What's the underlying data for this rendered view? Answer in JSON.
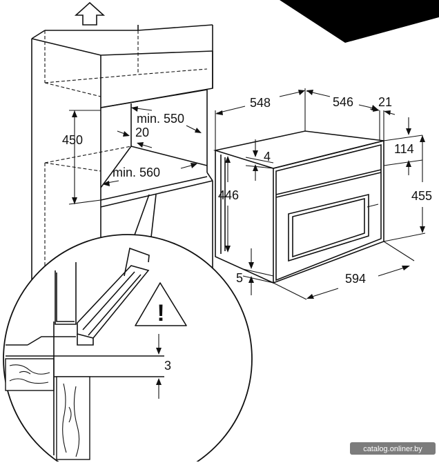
{
  "dimensions": {
    "cabinet_height": "450",
    "cabinet_depth_min": "min. 550",
    "cabinet_gap": "20",
    "cabinet_width_min": "min. 560",
    "oven_depth": "548",
    "oven_body_depth": "546",
    "front_depth": "21",
    "panel_offset": "114",
    "oven_height": "455",
    "body_height": "446",
    "top_offset": "4",
    "bottom_offset": "5",
    "oven_width": "594",
    "gap_detail": "3"
  },
  "warning_symbol": "!",
  "watermark": "catalog.onliner.by",
  "icons": {
    "up_arrow": "up-arrow-icon",
    "warning": "warning-triangle-icon"
  }
}
